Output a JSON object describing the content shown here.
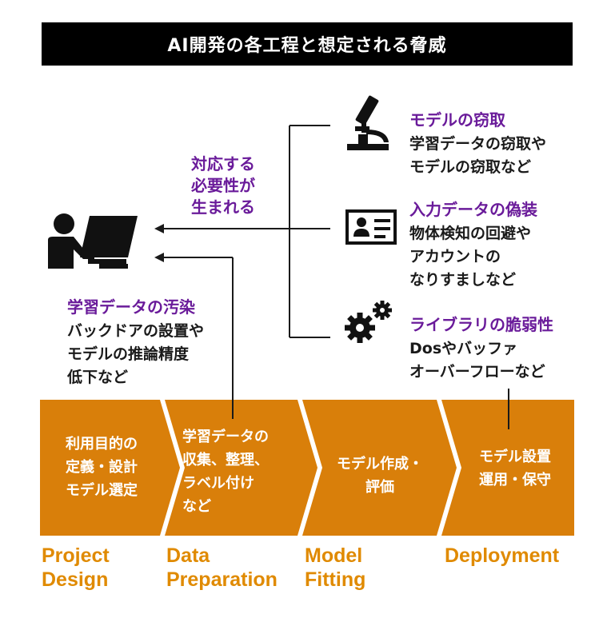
{
  "title": "AI開発の各工程と想定される脅威",
  "response": {
    "text": "対応する\n必要性が\n生まれる"
  },
  "threats": [
    {
      "title": "モデルの窃取",
      "desc": "学習データの窃取や\nモデルの窃取など",
      "icon": "microscope-icon"
    },
    {
      "title": "入力データの偽装",
      "desc": "物体検知の回避や\nアカウントの\nなりすましなど",
      "icon": "id-card-icon"
    },
    {
      "title": "ライブラリの脆弱性",
      "desc": "Dosやバッファ\nオーバーフローなど",
      "icon": "gears-icon"
    }
  ],
  "poisoning": {
    "title": "学習データの汚染",
    "desc": "バックドアの設置や\nモデルの推論精度\n低下など"
  },
  "stages": [
    {
      "text": "利用目的の\n定義・設計\nモデル選定",
      "phase": "Project\nDesign"
    },
    {
      "text": "学習データの\n収集、整理、\nラベル付け\nなど",
      "phase": "Data\nPreparation"
    },
    {
      "text": "モデル作成・\n評価",
      "phase": "Model\nFitting"
    },
    {
      "text": "モデル設置\n運用・保守",
      "phase": "Deployment"
    }
  ],
  "colors": {
    "accent_purple": "#6a1b9a",
    "stage_orange": "#d97f0a",
    "phase_orange": "#e08a00",
    "title_bg": "#000000"
  }
}
